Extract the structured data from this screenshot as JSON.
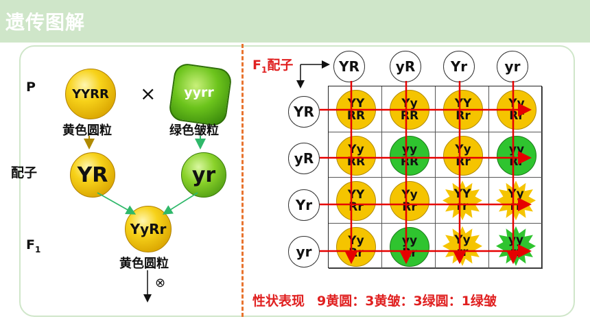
{
  "header": {
    "title": "遗传图解"
  },
  "left": {
    "p_label": "P",
    "gamete_label": "配子",
    "f1_label": "F",
    "f1_sub": "1",
    "cross_symbol": "×",
    "parent1": {
      "genotype": "YYRR",
      "phenotype": "黄色圆粒"
    },
    "parent2": {
      "genotype": "yyrr",
      "phenotype": "绿色皱粒"
    },
    "gamete1": "YR",
    "gamete2": "yr",
    "f1": {
      "genotype": "YyRr",
      "phenotype": "黄色圆粒"
    },
    "selfing_symbol": "⊗"
  },
  "right": {
    "f1_gamete_label_prefix": "F",
    "f1_gamete_label_sub": "1",
    "f1_gamete_label_text": "配子",
    "col_gametes": [
      "YR",
      "yR",
      "Yr",
      "yr"
    ],
    "row_gametes": [
      "YR",
      "yR",
      "Yr",
      "yr"
    ],
    "cells": [
      [
        {
          "top": "YY",
          "bottom": "RR",
          "kind": "yellow-round"
        },
        {
          "top": "Yy",
          "bottom": "RR",
          "kind": "yellow-round"
        },
        {
          "top": "YY",
          "bottom": "Rr",
          "kind": "yellow-round"
        },
        {
          "top": "Yy",
          "bottom": "Rr",
          "kind": "yellow-round"
        }
      ],
      [
        {
          "top": "Yy",
          "bottom": "RR",
          "kind": "yellow-round"
        },
        {
          "top": "yy",
          "bottom": "RR",
          "kind": "green-round"
        },
        {
          "top": "Yy",
          "bottom": "Rr",
          "kind": "yellow-round"
        },
        {
          "top": "yy",
          "bottom": "Rr",
          "kind": "green-round"
        }
      ],
      [
        {
          "top": "YY",
          "bottom": "Rr",
          "kind": "yellow-round"
        },
        {
          "top": "Yy",
          "bottom": "Rr",
          "kind": "yellow-round"
        },
        {
          "top": "YY",
          "bottom": "rr",
          "kind": "yellow-wrinkled"
        },
        {
          "top": "Yy",
          "bottom": "rr",
          "kind": "yellow-wrinkled"
        }
      ],
      [
        {
          "top": "Yy",
          "bottom": "Rr",
          "kind": "yellow-round"
        },
        {
          "top": "yy",
          "bottom": "Rr",
          "kind": "green-round"
        },
        {
          "top": "Yy",
          "bottom": "rr",
          "kind": "yellow-wrinkled"
        },
        {
          "top": "yy",
          "bottom": "rr",
          "kind": "green-wrinkled"
        }
      ]
    ],
    "summary_label": "性状表现",
    "summary_ratio": "9黄圆：3黄皱：3绿圆：1绿皱"
  },
  "colors": {
    "header_bg": "#cfe6c9",
    "divider": "#e8732e",
    "red_lines": "#e60000",
    "green_arrows": "#2fb86a",
    "yellow": "#f5c400",
    "green": "#2fc42f"
  }
}
